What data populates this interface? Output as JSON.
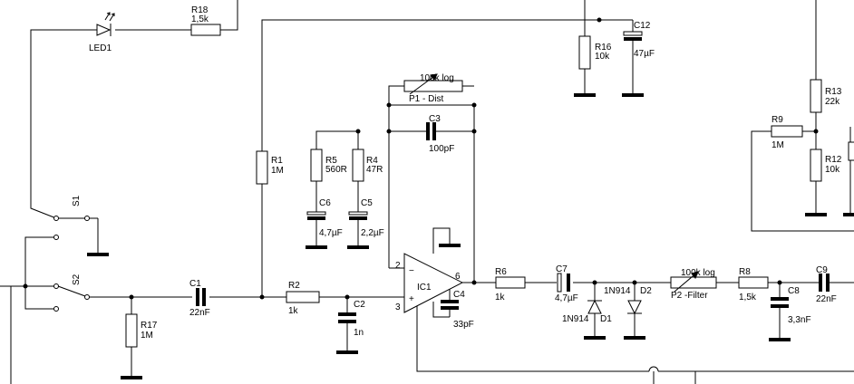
{
  "components": {
    "led1": {
      "name": "LED1"
    },
    "r18": {
      "name": "R18",
      "value": "1,5k"
    },
    "r16": {
      "name": "R16",
      "value": "10k"
    },
    "c12": {
      "name": "C12",
      "value": "47µF"
    },
    "p1": {
      "name": "P1 - Dist",
      "value": "100k log"
    },
    "c3": {
      "name": "C3",
      "value": "100pF"
    },
    "r1": {
      "name": "R1",
      "value": "1M"
    },
    "r5": {
      "name": "R5",
      "value": "560R"
    },
    "r4": {
      "name": "R4",
      "value": "47R"
    },
    "c6": {
      "name": "C6",
      "value": "4,7µF"
    },
    "c5": {
      "name": "C5",
      "value": "2,2µF"
    },
    "s1": {
      "name": "S1"
    },
    "s2": {
      "name": "S2"
    },
    "c1": {
      "name": "C1",
      "value": "22nF"
    },
    "r17": {
      "name": "R17",
      "value": "1M"
    },
    "r2": {
      "name": "R2",
      "value": "1k"
    },
    "c2": {
      "name": "C2",
      "value": "1n"
    },
    "ic1": {
      "name": "IC1",
      "pin_inv": "2",
      "pin_noninv": "3",
      "pin_out": "6",
      "minus": "−",
      "plus": "+"
    },
    "c4": {
      "name": "C4",
      "value": "33pF"
    },
    "r6": {
      "name": "R6",
      "value": "1k"
    },
    "c7": {
      "name": "C7",
      "value": "4,7µF"
    },
    "d1": {
      "name": "D1",
      "part": "1N914"
    },
    "d2": {
      "name": "D2",
      "part": "1N914"
    },
    "p2": {
      "name": "P2 -Filter",
      "value": "100k log"
    },
    "r8": {
      "name": "R8",
      "value": "1,5k"
    },
    "c8": {
      "name": "C8",
      "value": "3,3nF"
    },
    "c9": {
      "name": "C9",
      "value": "22nF"
    },
    "r9": {
      "name": "R9",
      "value": "1M"
    },
    "r13": {
      "name": "R13",
      "value": "22k"
    },
    "r12": {
      "name": "R12",
      "value": "10k"
    }
  }
}
